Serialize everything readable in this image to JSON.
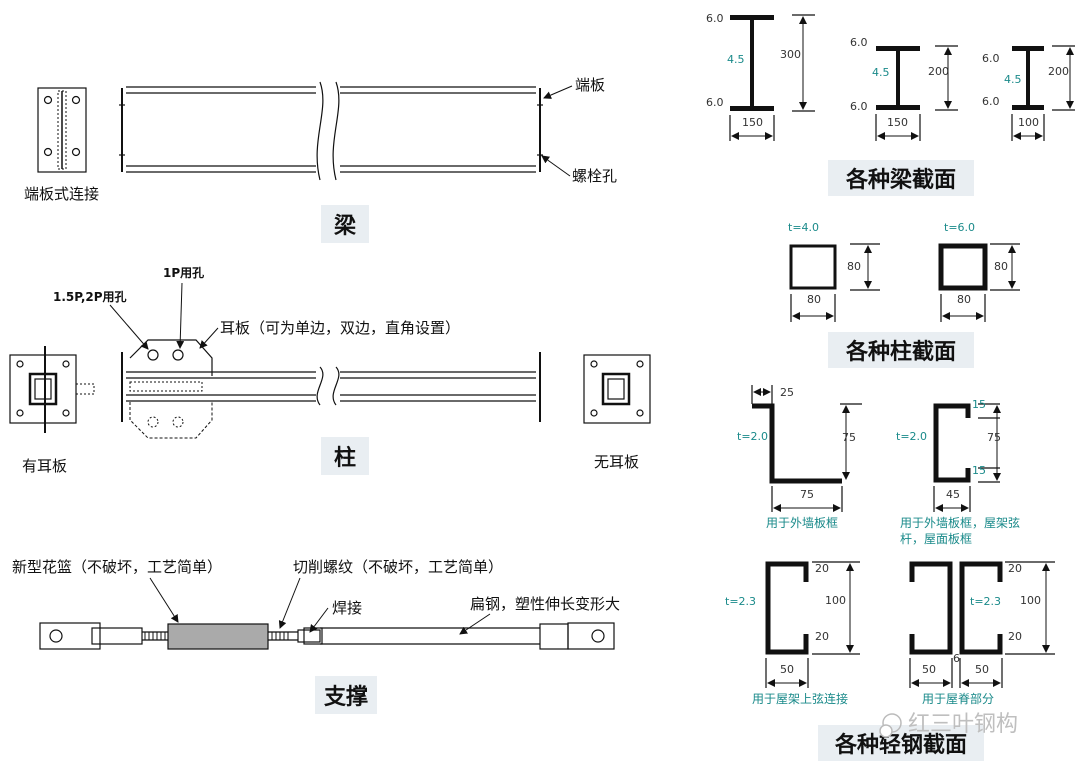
{
  "left": {
    "beam": {
      "end_plate_connection": "端板式连接",
      "end_plate": "端板",
      "bolt_hole": "螺栓孔",
      "title": "梁"
    },
    "column": {
      "hole_15p_2p": "1.5P,2P用孔",
      "hole_1p": "1P用孔",
      "ear_plate_note": "耳板（可为单边，双边，直角设置）",
      "with_ear": "有耳板",
      "without_ear": "无耳板",
      "title": "柱"
    },
    "brace": {
      "turnbuckle": "新型花篮（不破坏，工艺简单）",
      "cut_thread": "切削螺纹（不破坏，工艺简单）",
      "weld": "焊接",
      "flat_steel": "扁钢，塑性伸长变形大",
      "title": "支撑"
    }
  },
  "beam_sections": {
    "title": "各种梁截面",
    "s1": {
      "flange_top": "6.0",
      "web": "4.5",
      "flange_bot": "6.0",
      "height": "300",
      "width": "150"
    },
    "s2": {
      "flange_top": "6.0",
      "web": "4.5",
      "flange_bot": "6.0",
      "height": "200",
      "width": "150"
    },
    "s3": {
      "flange_top": "6.0",
      "web": "4.5",
      "flange_bot": "6.0",
      "height": "200",
      "width": "100"
    }
  },
  "column_sections": {
    "title": "各种柱截面",
    "s1": {
      "t": "t=4.0",
      "height": "80",
      "width": "80"
    },
    "s2": {
      "t": "t=6.0",
      "height": "80",
      "width": "80"
    }
  },
  "light_sections": {
    "title": "各种轻钢截面",
    "l_angle": {
      "lip": "25",
      "t": "t=2.0",
      "height": "75",
      "width": "75",
      "caption": "用于外墙板框"
    },
    "lip_c": {
      "t": "t=2.0",
      "lip_top": "15",
      "height": "75",
      "lip_bot": "15",
      "width": "45",
      "caption1": "用于外墙板框，屋架弦",
      "caption2": "杆，屋面板框"
    },
    "c_single": {
      "t": "t=2.3",
      "lip_top": "20",
      "height": "100",
      "lip_bot": "20",
      "width": "50",
      "caption": "用于屋架上弦连接"
    },
    "c_double": {
      "t": "t=2.3",
      "lip_top": "20",
      "height": "100",
      "lip_bot": "20",
      "width_l": "50",
      "gap": "6",
      "width_r": "50",
      "caption": "用于屋脊部分"
    }
  },
  "watermark": "红三叶钢构"
}
